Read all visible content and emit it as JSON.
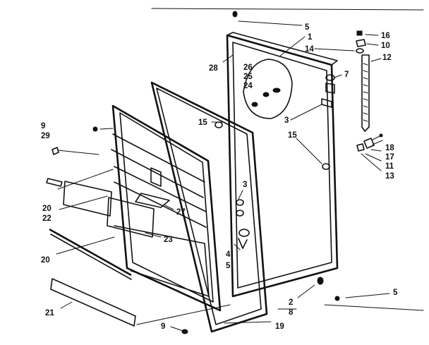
{
  "diagram": {
    "callouts": [
      {
        "id": "c1",
        "text": "5"
      },
      {
        "id": "c2",
        "text": "1"
      },
      {
        "id": "c3",
        "text": "14"
      },
      {
        "id": "c4",
        "text": "16"
      },
      {
        "id": "c5",
        "text": "10"
      },
      {
        "id": "c6",
        "text": "12"
      },
      {
        "id": "c7",
        "text": "7"
      },
      {
        "id": "c8",
        "text": "28"
      },
      {
        "id": "c9",
        "text": "26"
      },
      {
        "id": "c10",
        "text": "25"
      },
      {
        "id": "c11",
        "text": "24"
      },
      {
        "id": "c12",
        "text": "15"
      },
      {
        "id": "c13",
        "text": "3"
      },
      {
        "id": "c14",
        "text": "15"
      },
      {
        "id": "c15",
        "text": "18"
      },
      {
        "id": "c16",
        "text": "17"
      },
      {
        "id": "c17",
        "text": "11"
      },
      {
        "id": "c18",
        "text": "13"
      },
      {
        "id": "c19",
        "text": "9"
      },
      {
        "id": "c20",
        "text": "29"
      },
      {
        "id": "c21",
        "text": "3"
      },
      {
        "id": "c22",
        "text": "20"
      },
      {
        "id": "c23",
        "text": "22"
      },
      {
        "id": "c24",
        "text": "27"
      },
      {
        "id": "c25",
        "text": "23"
      },
      {
        "id": "c26",
        "text": "20"
      },
      {
        "id": "c27",
        "text": "4"
      },
      {
        "id": "c28",
        "text": "5"
      },
      {
        "id": "c29",
        "text": "2"
      },
      {
        "id": "c30",
        "text": "8"
      },
      {
        "id": "c31",
        "text": "5"
      },
      {
        "id": "c32",
        "text": "21"
      },
      {
        "id": "c33",
        "text": "9"
      },
      {
        "id": "c34",
        "text": "19"
      }
    ]
  }
}
